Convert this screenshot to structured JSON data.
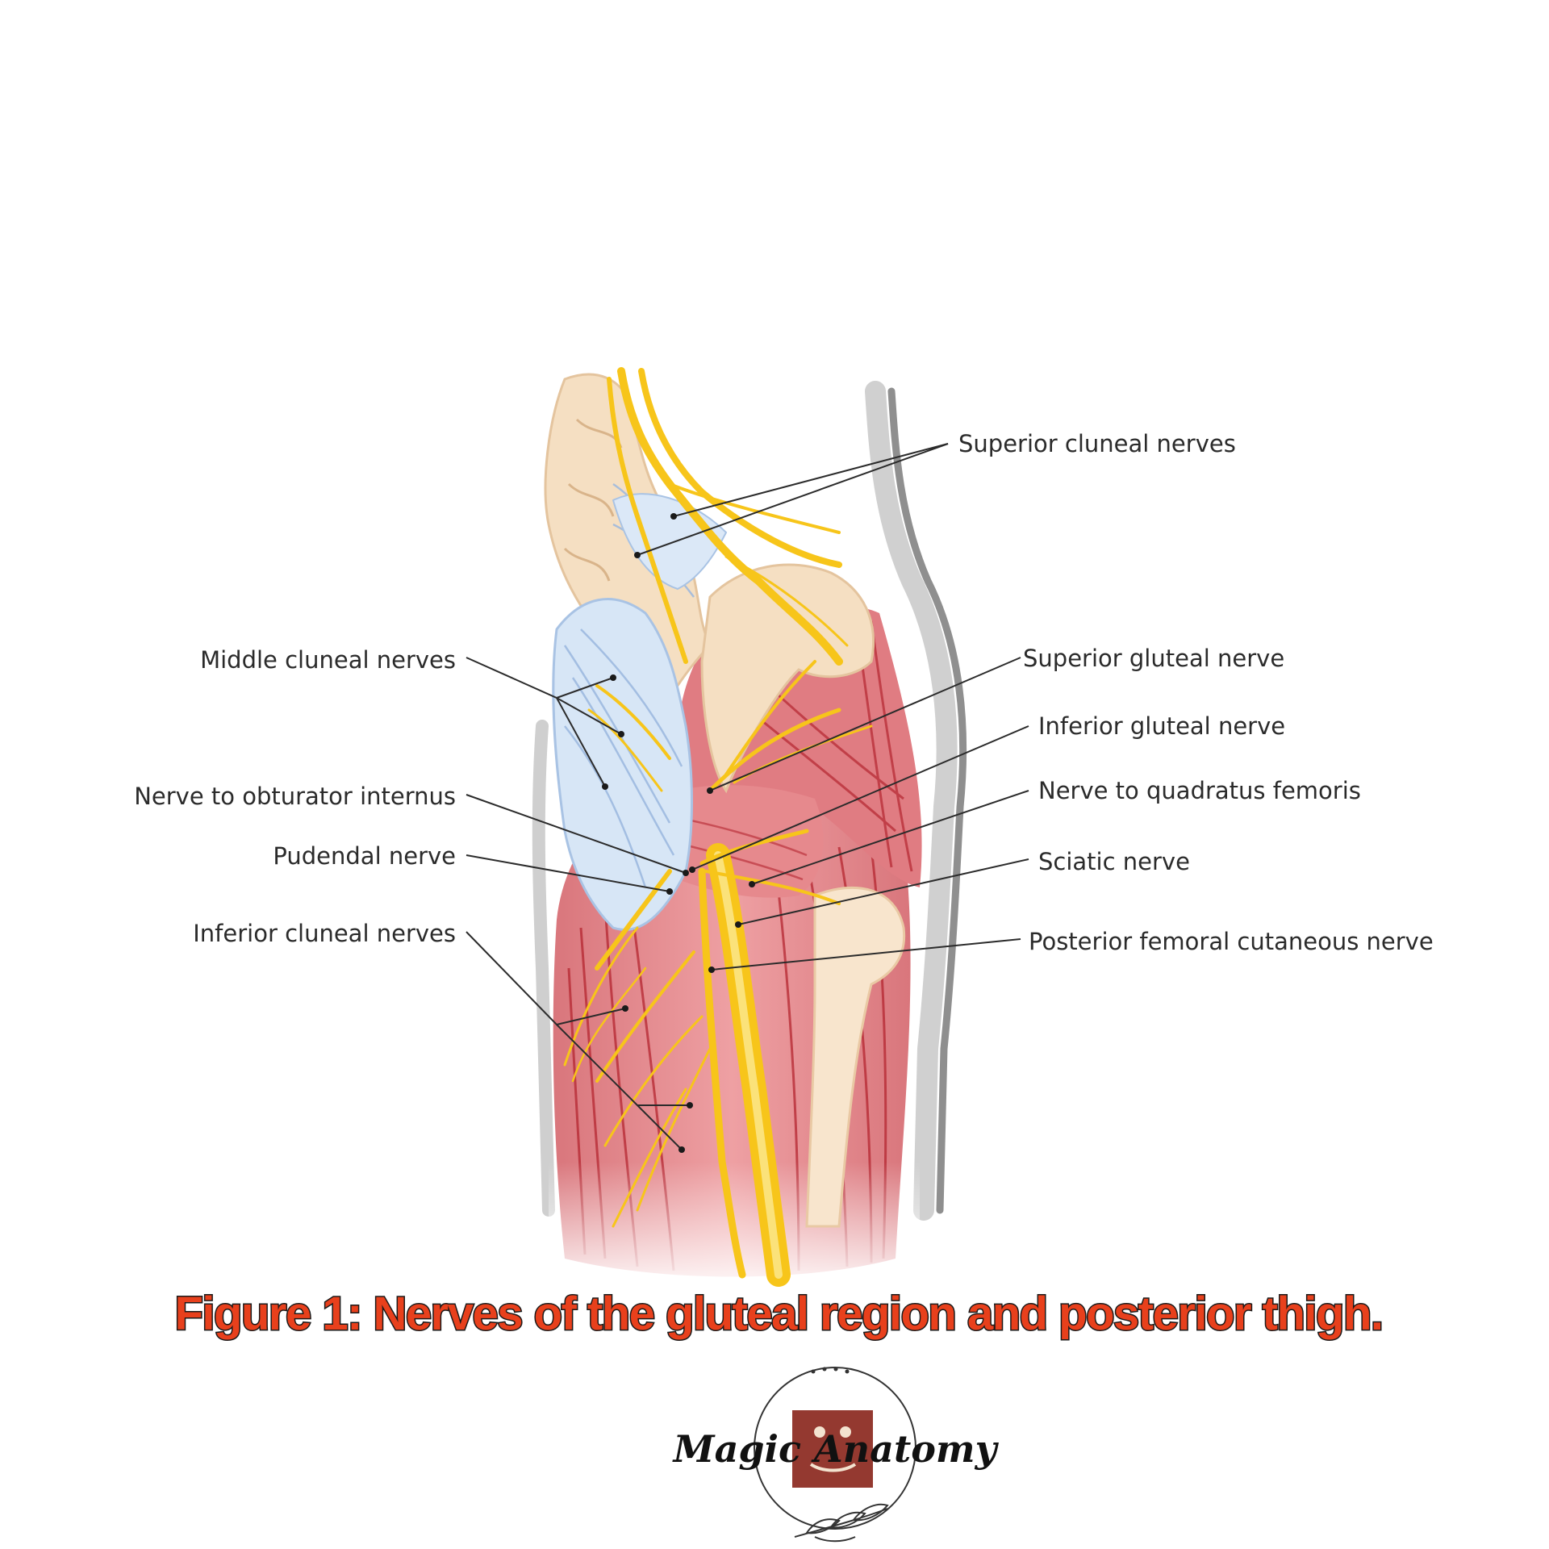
{
  "labels_left": {
    "middle_cluneal": "Middle cluneal nerves",
    "obturator_internus": "Nerve to obturator internus",
    "pudendal": "Pudendal nerve",
    "inferior_cluneal": "Inferior cluneal nerves"
  },
  "labels_right": {
    "superior_cluneal": "Superior cluneal nerves",
    "superior_gluteal": "Superior gluteal nerve",
    "inferior_gluteal": "Inferior gluteal nerve",
    "quadratus_femoris": "Nerve to quadratus femoris",
    "sciatic": "Sciatic nerve",
    "posterior_femoral_cutaneous": "Posterior femoral cutaneous nerve"
  },
  "caption": "Figure 1: Nerves of the gluteal region and posterior thigh.",
  "logo": {
    "text": "Magic Anatomy"
  },
  "colors": {
    "nerve": "#f7c51a",
    "muscle": "#e38a8e",
    "muscle_fiber": "#b52630",
    "bone": "#f5dfc2",
    "ligament": "#cfe0f4",
    "skin_outline": "#b5b5b5",
    "caption_fill": "#e8401c",
    "leader": "#2b2b2b"
  }
}
